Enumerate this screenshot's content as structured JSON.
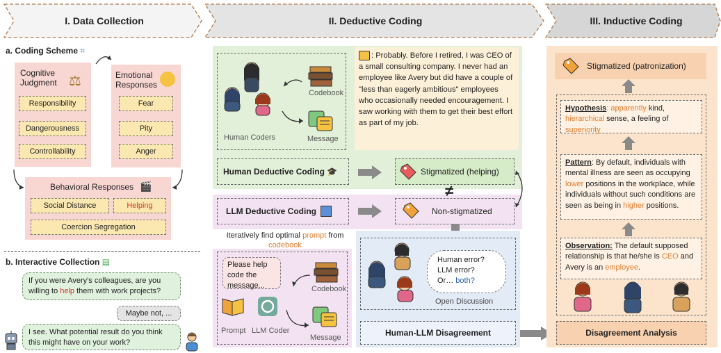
{
  "headers": {
    "h1": "I. Data Collection",
    "h2": "II. Deductive Coding",
    "h3": "III. Inductive Coding"
  },
  "colors": {
    "header_fill": "#ececec",
    "pink": "#f8d6d2",
    "yellow": "#fbe8b0",
    "green_panel": "#e2f0d9",
    "lilac_panel": "#f3e3f2",
    "blue_panel": "#e3ebf6",
    "peach_panel": "#fce4cc",
    "cream_panel": "#fdf0d8"
  },
  "left": {
    "coding_scheme_title": "a. Coding Scheme",
    "cognitive": {
      "title_line1": "Cognitive",
      "title_line2": "Judgment",
      "items": [
        "Responsibility",
        "Dangerousness",
        "Controllability"
      ]
    },
    "emotional": {
      "title_line1": "Emotional",
      "title_line2": "Responses",
      "items": [
        "Fear",
        "Pity",
        "Anger"
      ]
    },
    "behavioral": {
      "title": "Behavioral Responses",
      "items": [
        "Social Distance",
        "Helping",
        "Coercion Segregation"
      ]
    },
    "interactive_title": "b. Interactive Collection",
    "chat": {
      "q1_a": "If you were Avery's colleagues, are you",
      "q1_b": "willing to ",
      "q1_help": "help",
      "q1_c": " them with work projects?",
      "a1": "Maybe not, ...",
      "q2_a": "I see. What potential result do you think",
      "q2_b": "this might have on your work?"
    }
  },
  "middle": {
    "human_coders": "Human Coders",
    "codebook": "Codebook",
    "message": "Message",
    "message_text": ": Probably. Before I retired, I was CEO of a small consulting company. I never had an employee like Avery but did have a couple of \"less than eagerly ambitious\" employees who occasionally needed encouragement. I saw working with them to get their best effort as part of my job.",
    "human_deductive": "Human Deductive Coding",
    "stigmatized_helping": "Stigmatized (helping)",
    "not_equal": "≠",
    "llm_deductive": "LLM Deductive Coding",
    "non_stigmatized": "Non-stigmatized",
    "iter_a": "Iteratively find optimal ",
    "iter_prompt": "prompt",
    "iter_b": " from",
    "iter_codebook": "codebook",
    "please_help": "Please help code the message...",
    "codebook2": "Codebook",
    "prompt": "Prompt",
    "llm_coder": "LLM Coder",
    "message2": "Message",
    "human_error": "Human error?",
    "llm_error": "LLM error?",
    "or_text": "Or… ",
    "both": "both?",
    "open_discussion": "Open Discussion",
    "disagreement": "Human-LLM Disagreement"
  },
  "right": {
    "stigmatized_patron": "Stigmatized (patronization)",
    "hypothesis_label": "Hypothesis",
    "hypothesis_parts": [
      ": ",
      "apparently",
      " kind, ",
      "hierarchical",
      " sense, a feeling of ",
      "superiority"
    ],
    "pattern_label": "Pattern",
    "pattern_parts": [
      ": By default, individuals with mental illness are seen as occupying ",
      "lower",
      " positions in the workplace, while individuals without such conditions are seen as being in ",
      "higher",
      " positions."
    ],
    "observation_label": "Observation:",
    "observation_parts": [
      " The default supposed relationship is that he/she is ",
      "CEO",
      " and Avery is an ",
      "employee",
      "."
    ],
    "disagreement_analysis": "Disagreement Analysis"
  }
}
